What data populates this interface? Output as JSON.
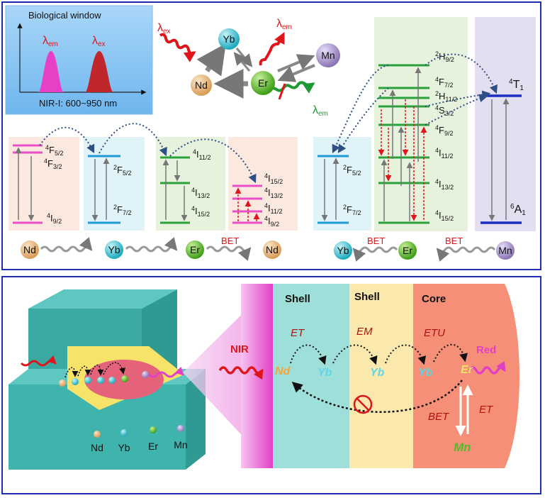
{
  "colors": {
    "frame": "#1f2cb0",
    "nd": "#e7b27a",
    "yb": "#38c3d3",
    "er": "#5cbf2a",
    "mn": "#a894c9",
    "red": "#e0141b",
    "green": "#1e9a35",
    "magenta": "#e83fc7"
  },
  "inset": {
    "title": "Biological window",
    "em": "λ",
    "em_sub": "em",
    "ex": "λ",
    "ex_sub": "ex",
    "range": "NIR-I: 600~950 nm"
  },
  "scheme": {
    "lambda_ex": "λ",
    "lambda_ex_sub": "ex",
    "lambda_em_top": "λ",
    "lambda_em_top_sub": "em",
    "lambda_em_green": "λ",
    "lambda_em_green_sub": "em",
    "ions": {
      "yb": "Yb",
      "nd": "Nd",
      "er": "Er",
      "mn": "Mn"
    }
  },
  "left_levels": {
    "nd": {
      "top": "4",
      "top_main": "F",
      "top_sub": "5/2",
      "mid": "4",
      "mid_main": "F",
      "mid_sub": "3/2",
      "bot": "4",
      "bot_main": "I",
      "bot_sub": "9/2"
    },
    "yb": {
      "top": "2",
      "top_main": "F",
      "top_sub": "5/2",
      "bot": "2",
      "bot_main": "F",
      "bot_sub": "7/2"
    },
    "er": {
      "top": "4",
      "top_main": "I",
      "top_sub": "11/2",
      "mid": "4",
      "mid_main": "I",
      "mid_sub": "13/2",
      "bot": "4",
      "bot_main": "I",
      "bot_sub": "15/2"
    },
    "nd2": [
      {
        "sup": "4",
        "main": "I",
        "sub": "15/2"
      },
      {
        "sup": "4",
        "main": "I",
        "sub": "13/2"
      },
      {
        "sup": "4",
        "main": "I",
        "sub": "11/2"
      },
      {
        "sup": "4",
        "main": "I",
        "sub": "9/2"
      }
    ]
  },
  "left_chain": {
    "nd": "Nd",
    "yb": "Yb",
    "er": "Er",
    "nd2": "Nd",
    "bet": "BET"
  },
  "right_levels": {
    "yb": {
      "top": "2",
      "top_main": "F",
      "top_sub": "5/2",
      "bot": "2",
      "bot_main": "F",
      "bot_sub": "7/2"
    },
    "er": [
      {
        "sup": "2",
        "main": "H",
        "sub": "9/2"
      },
      {
        "sup": "4",
        "main": "F",
        "sub": "7/2"
      },
      {
        "sup": "2",
        "main": "H",
        "sub": "11/2"
      },
      {
        "sup": "4",
        "main": "S",
        "sub": "3/2"
      },
      {
        "sup": "4",
        "main": "F",
        "sub": "9/2"
      },
      {
        "sup": "4",
        "main": "I",
        "sub": "11/2"
      },
      {
        "sup": "4",
        "main": "I",
        "sub": "13/2"
      },
      {
        "sup": "4",
        "main": "I",
        "sub": "15/2"
      }
    ],
    "mn": {
      "top": "4",
      "top_main": "T",
      "top_sub": "1",
      "bot": "6",
      "bot_main": "A",
      "bot_sub": "1"
    }
  },
  "right_chain": {
    "yb": "Yb",
    "er": "Er",
    "mn": "Mn",
    "bet1": "BET",
    "bet2": "BET"
  },
  "bottom": {
    "legend": {
      "nd": "Nd",
      "yb": "Yb",
      "er": "Er",
      "mn": "Mn"
    },
    "shell1": "Shell",
    "shell2": "Shell",
    "core": "Core",
    "nir": "NIR",
    "red": "Red",
    "et1": "ET",
    "em": "EM",
    "etu": "ETU",
    "nd": "Nd",
    "yb1": "Yb",
    "yb2": "Yb",
    "yb3": "Yb",
    "er": "Er",
    "bet": "BET",
    "et2": "ET",
    "mn": "Mn"
  }
}
